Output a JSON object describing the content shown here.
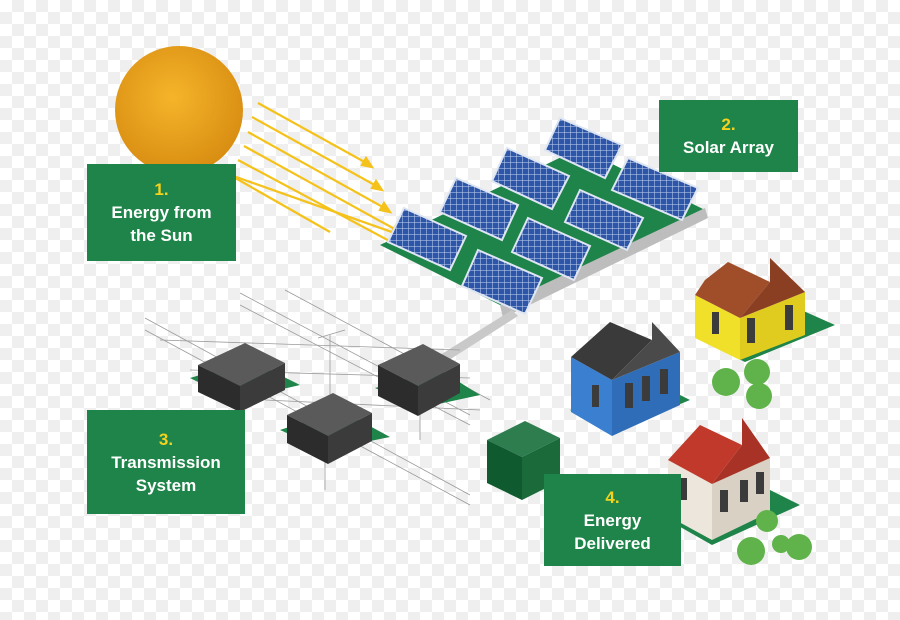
{
  "steps": [
    {
      "number": "1.",
      "line1": "Energy from",
      "line2": "the Sun"
    },
    {
      "number": "2.",
      "line1": "Solar Array",
      "line2": ""
    },
    {
      "number": "3.",
      "line1": "Transmission",
      "line2": "System"
    },
    {
      "number": "4.",
      "line1": "Energy",
      "line2": "Delivered"
    }
  ],
  "colors": {
    "label_bg": "#1e8449",
    "label_number": "#f5d21d",
    "label_text": "#ffffff",
    "sun": "#e8a21b",
    "sun_rays": "#f4c21a",
    "panel": "#2d56a8",
    "transformer": "#3b3b3b",
    "grass": "#1e8449"
  },
  "icons": [
    "sun-icon",
    "solar-panel-icon",
    "transformer-icon",
    "house-icon",
    "tree-icon"
  ]
}
